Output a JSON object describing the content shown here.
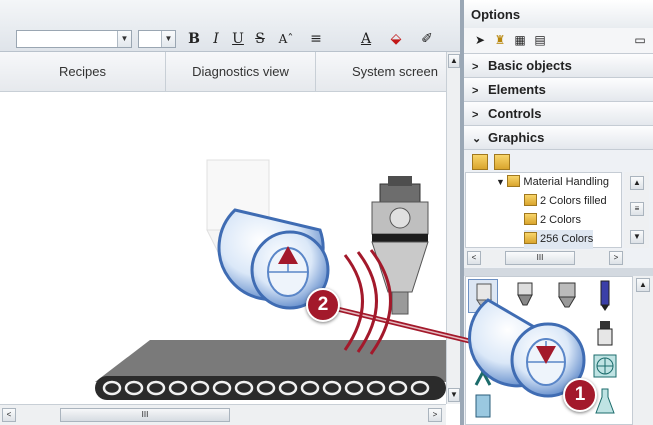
{
  "toolbar": {
    "font_combo_value": "",
    "size_combo_value": "",
    "bold": "B",
    "italic": "I",
    "underline": "U",
    "strike": "S",
    "fontsize": "Aˆ",
    "align": "≡",
    "font_color": "A",
    "fill_color": "⬙",
    "pen": "✐"
  },
  "tabs": [
    "Recipes",
    "Diagnostics view",
    "System screen"
  ],
  "scroll": {
    "up": "▲",
    "down": "▼",
    "left": "<",
    "right": ">",
    "grip": "III"
  },
  "panel": {
    "title": "Options",
    "sections": [
      {
        "label": "Basic objects",
        "chevron": ">"
      },
      {
        "label": "Elements",
        "chevron": ">"
      },
      {
        "label": "Controls",
        "chevron": ">"
      },
      {
        "label": "Graphics",
        "chevron": "⌄"
      }
    ],
    "tree": [
      {
        "label": "Material Handling",
        "expanded": true
      },
      {
        "label": "2 Colors filled"
      },
      {
        "label": "2 Colors"
      },
      {
        "label": "256 Colors",
        "selected": true
      }
    ]
  },
  "callouts": [
    "2",
    "1"
  ],
  "colors": {
    "accent_red": "#a3192b",
    "mouse_blue": "#5a86c8",
    "panel_bg": "#eef1f5"
  },
  "icons": [
    "pointer-icon",
    "user-icon",
    "grid-icon",
    "table-icon",
    "window-icon",
    "new-folder-icon",
    "delete-folder-icon",
    "mouse-icon"
  ]
}
